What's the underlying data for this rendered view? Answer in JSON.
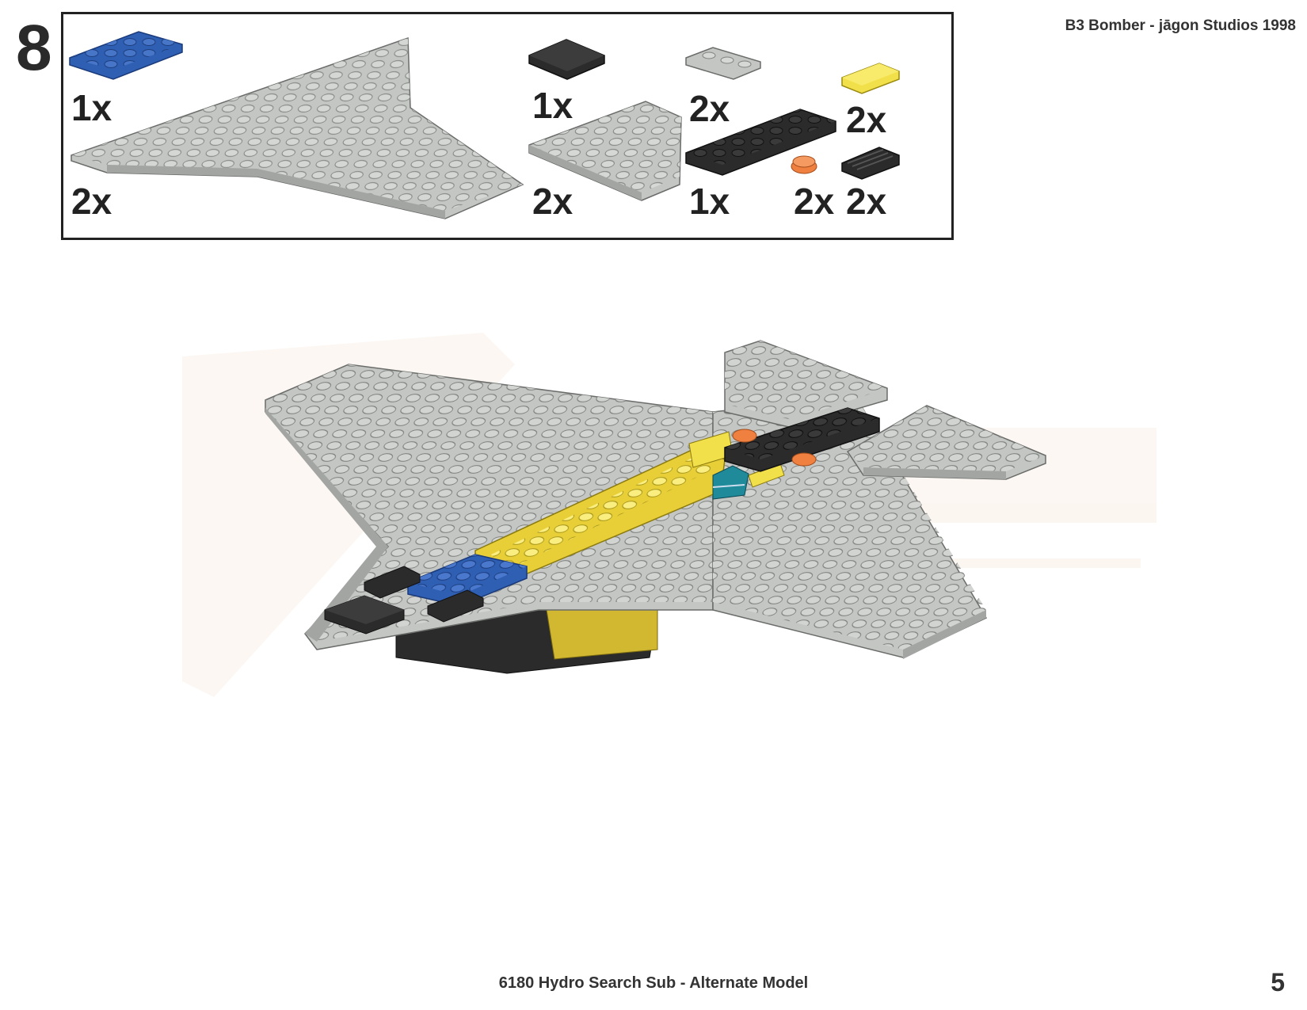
{
  "page": {
    "step_number": "8",
    "header_title": "B3 Bomber - jāgon Studios 1998",
    "footer_title": "6180 Hydro Search Sub - Alternate Model",
    "page_number": "5"
  },
  "parts": [
    {
      "id": "blue-plate-2x4",
      "qty": "1x",
      "color": "#2f5fb3"
    },
    {
      "id": "grey-wing-large",
      "qty": "2x",
      "color": "#c4c6c4"
    },
    {
      "id": "black-tile-2x2",
      "qty": "1x",
      "color": "#2b2b2b"
    },
    {
      "id": "grey-wing-small",
      "qty": "2x",
      "color": "#c4c6c4"
    },
    {
      "id": "grey-corner-plate",
      "qty": "2x",
      "color": "#c4c6c4"
    },
    {
      "id": "black-plate-2x6",
      "qty": "1x",
      "color": "#2b2b2b"
    },
    {
      "id": "yellow-tile-1x2",
      "qty": "2x",
      "color": "#f2e04a"
    },
    {
      "id": "orange-round-1x1",
      "qty": "2x",
      "color": "#f08040"
    },
    {
      "id": "black-grille-1x2",
      "qty": "2x",
      "color": "#2b2b2b"
    }
  ],
  "colors": {
    "grey": "#c4c6c4",
    "grey_dark": "#8f918f",
    "yellow": "#f2e04a",
    "blue": "#2f5fb3",
    "black": "#2b2b2b",
    "orange": "#f08040"
  }
}
